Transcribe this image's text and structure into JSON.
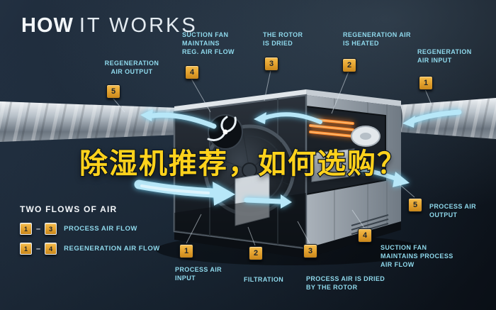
{
  "title": {
    "bold": "HOW",
    "light": "IT WORKS"
  },
  "overlay": {
    "text": "除湿机推荐，如何选购？"
  },
  "callouts": [
    {
      "id": "reg-air-output",
      "num": "5",
      "label": "REGENERATION\nAIR OUTPUT"
    },
    {
      "id": "suction-fan-reg",
      "num": "4",
      "label": "SUCTION FAN\nMAINTAINS\nREG. AIR FLOW"
    },
    {
      "id": "rotor-is-dried",
      "num": "3",
      "label": "THE ROTOR\nIS DRIED"
    },
    {
      "id": "reg-air-heated",
      "num": "2",
      "label": "REGENERATION AIR\nIS HEATED"
    },
    {
      "id": "reg-air-input",
      "num": "1",
      "label": "REGENERATION\nAIR INPUT"
    },
    {
      "id": "process-air-input",
      "num": "1",
      "label": "PROCESS AIR\nINPUT"
    },
    {
      "id": "filtration",
      "num": "2",
      "label": "FILTRATION"
    },
    {
      "id": "process-air-dried",
      "num": "3",
      "label": "PROCESS AIR IS DRIED\nBY THE ROTOR"
    },
    {
      "id": "suction-fan-process",
      "num": "4",
      "label": "SUCTION FAN\nMAINTAINS PROCESS\nAIR FLOW"
    },
    {
      "id": "process-air-output",
      "num": "5",
      "label": "PROCESS AIR\nOUTPUT"
    }
  ],
  "legend": {
    "heading": "TWO FLOWS OF AIR",
    "rows": [
      {
        "from": "1",
        "to": "3",
        "label": "PROCESS AIR FLOW"
      },
      {
        "from": "1",
        "to": "4",
        "label": "REGENERATION AIR FLOW"
      }
    ]
  },
  "colors": {
    "accent_cyan": "#8FD9EC",
    "badge_gold": "#E2A02C",
    "overlay_yellow": "#FFD21C",
    "background": "#10161E",
    "airflow_blue": "#B7E7F8",
    "heater_orange": "#FF8C2E"
  }
}
